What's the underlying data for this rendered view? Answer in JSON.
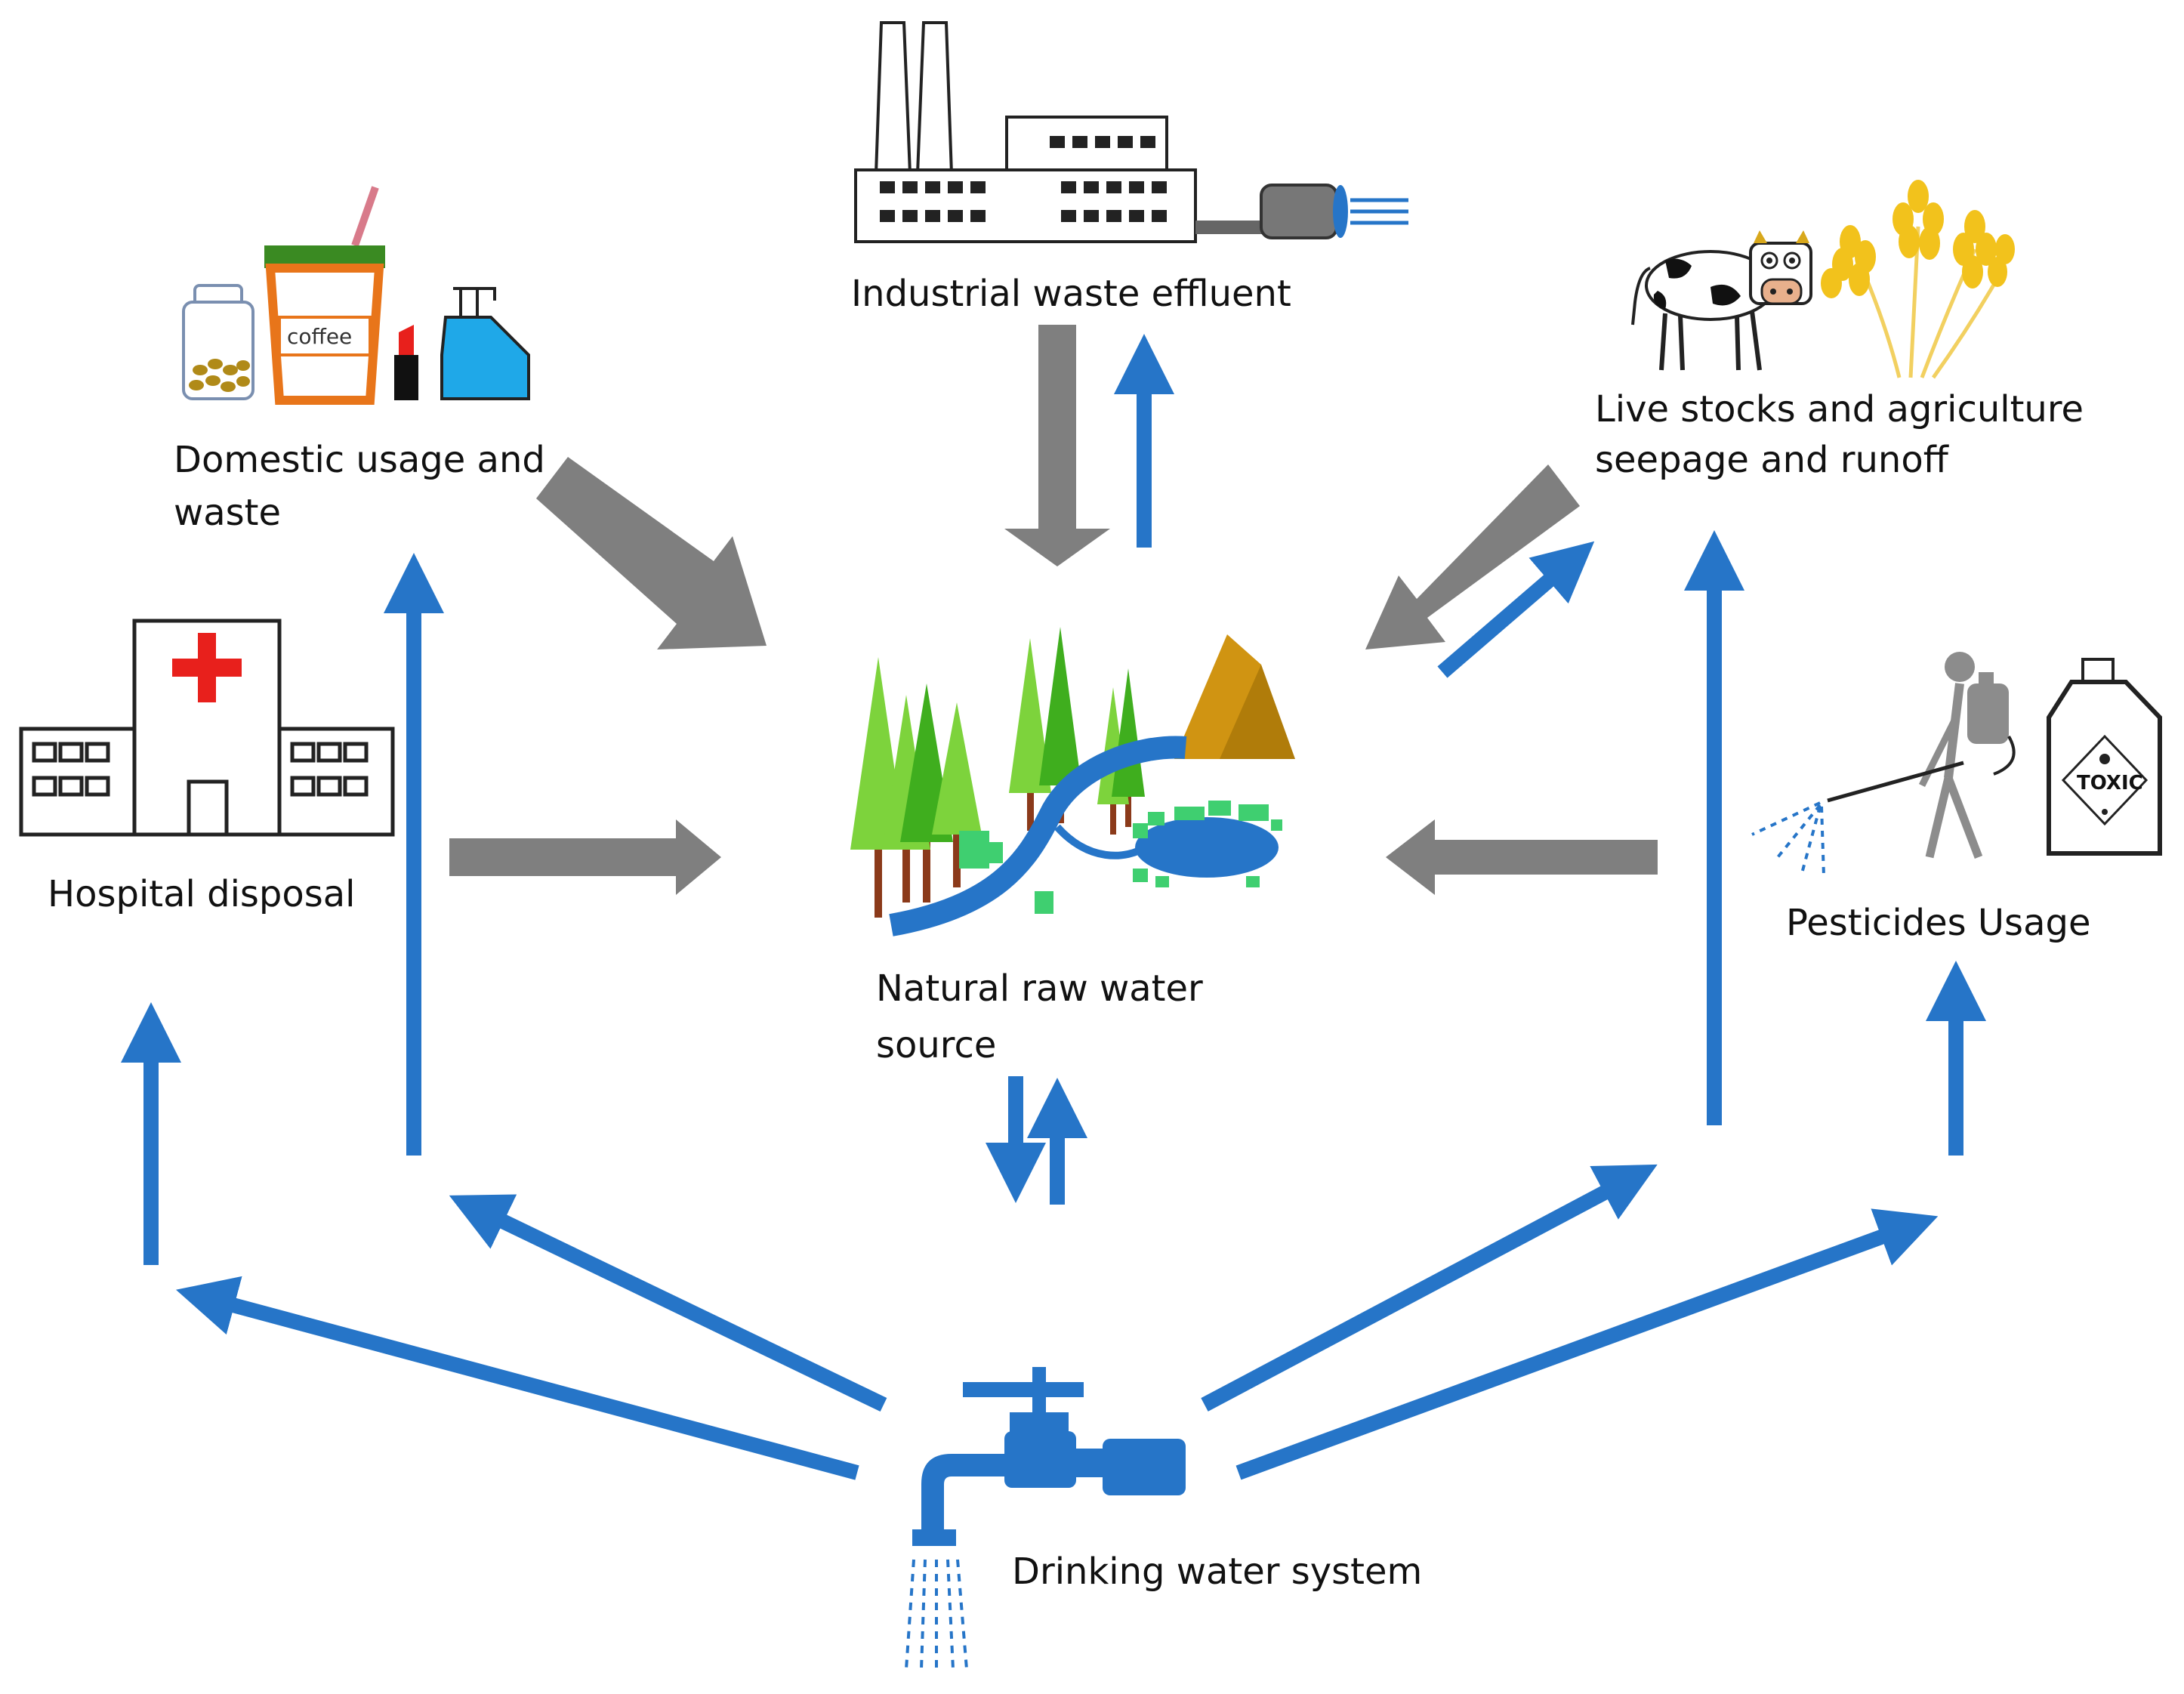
{
  "nodes": {
    "industrial": {
      "label": "Industrial waste effluent"
    },
    "domestic": {
      "label_line1": "Domestic usage and",
      "label_line2": "waste",
      "coffee_cup_text": "coffee"
    },
    "livestock": {
      "label_line1": "Live stocks and agriculture",
      "label_line2": "seepage and runoff"
    },
    "hospital": {
      "label": "Hospital disposal"
    },
    "pesticides": {
      "label": "Pesticides Usage",
      "bottle_text": "TOXIC"
    },
    "water_source": {
      "label_line1": "Natural raw water",
      "label_line2": "source"
    },
    "drinking": {
      "label": "Drinking water system"
    }
  },
  "colors": {
    "pollution_arrow": "#7f7f7f",
    "supply_arrow": "#2675c8",
    "tree_light": "#7dd33c",
    "tree_dark": "#3fae1e",
    "trunk": "#8b3a1a",
    "mountain": "#d09412",
    "river": "#2675c8",
    "hospital_cross": "#e8201c",
    "cup_orange": "#e8751a",
    "cup_lid": "#3a8a22",
    "dispenser_blue": "#1fa8e8",
    "wheat": "#f2c21c"
  },
  "icons": [
    "factory-icon",
    "jar-icon",
    "coffee-cup-icon",
    "lipstick-icon",
    "soap-dispenser-icon",
    "cow-icon",
    "wheat-icon",
    "hospital-icon",
    "sprayer-person-icon",
    "toxic-bottle-icon",
    "landscape-icon",
    "faucet-icon"
  ]
}
